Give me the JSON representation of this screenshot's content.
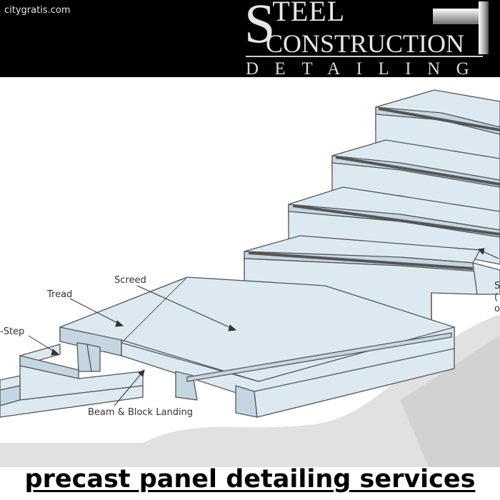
{
  "watermark": "citygratis.com",
  "logo": {
    "line1_initial": "S",
    "line1_rest": "TEEL",
    "line2": "CONSTRUCTION",
    "line3": "DETAILING"
  },
  "labels": {
    "screed": "Screed",
    "tread": "Tread",
    "step": "-Step",
    "landing": "Beam & Block Landing",
    "right_1": "S",
    "right_2": "(",
    "right_3": "o"
  },
  "caption": "precast panel detailing services",
  "colors": {
    "header_bg": "#000000",
    "stair_fill": "#dde9f1",
    "stair_shade": "#c4d6e2",
    "outline": "#555555",
    "ground": "#e1e1e1"
  }
}
